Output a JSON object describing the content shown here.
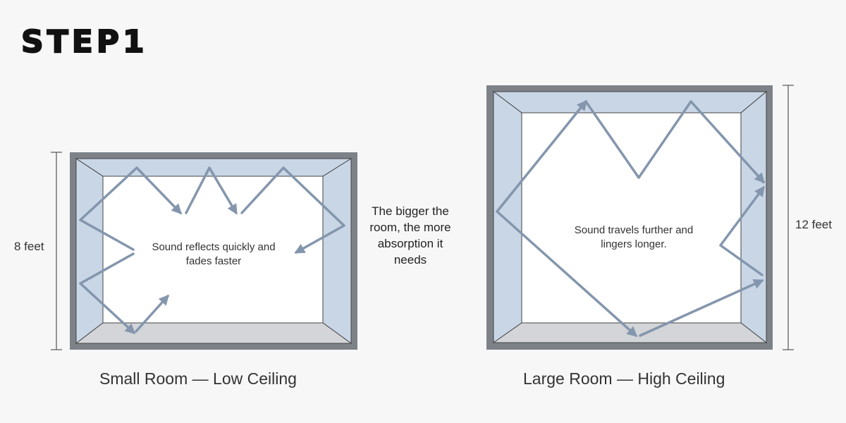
{
  "title": "STEP1",
  "small_room": {
    "height_label": "8 feet",
    "note": "Sound reflects quickly and fades faster",
    "caption": "Small Room — Low Ceiling"
  },
  "large_room": {
    "height_label": "12 feet",
    "note": "Sound travels further and lingers longer.",
    "caption": "Large Room — High Ceiling"
  },
  "center_note": "The bigger the room, the more absorption it needs",
  "colors": {
    "frame": "#7d8288",
    "wall_panel": "#c9d6e6",
    "floor_panel": "#d3d5d8",
    "arrow": "#8496ad",
    "background": "#f7f7f7"
  }
}
